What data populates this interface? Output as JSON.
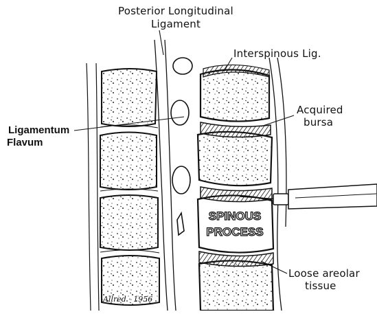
{
  "labels": {
    "posterior_longitudinal": "Posterior Longitudinal",
    "ligament": "Ligament",
    "interspinous": "Interspinous Lig.",
    "acquired": "Acquired",
    "bursa": "bursa",
    "ligamentum": "Ligamentum",
    "flavum": "Flavum",
    "spinous": "SPINOUS",
    "process": "PROCESS",
    "loose_areolar": "Loose areolar",
    "tissue": "tissue"
  },
  "signature": "Allred · 1956",
  "colors": {
    "ink": "#111111",
    "paper": "#ffffff"
  }
}
